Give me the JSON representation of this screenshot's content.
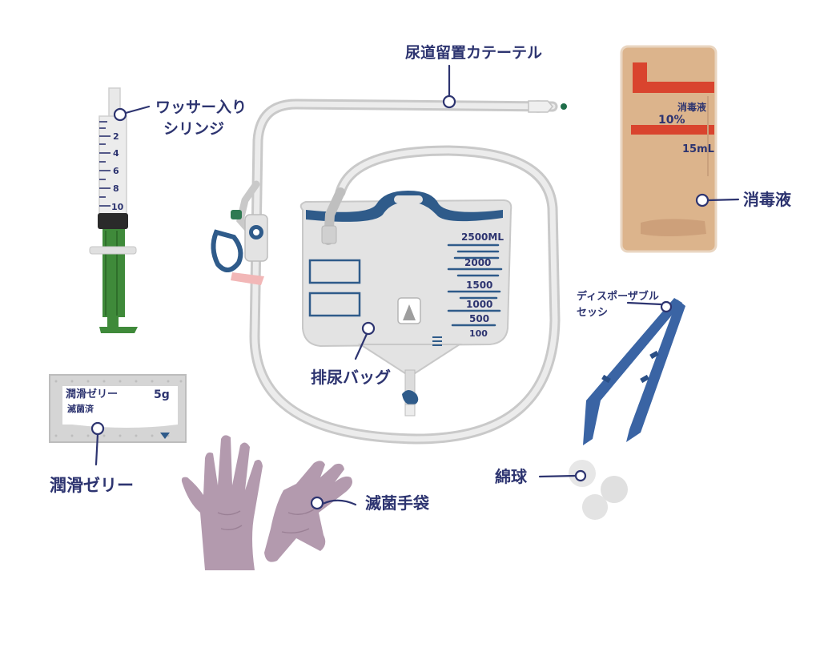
{
  "labels": {
    "catheter": "尿道留置カテーテル",
    "syringe_line1": "ワッサー入り",
    "syringe_line2": "シリンジ",
    "disinfectant": "消毒液",
    "tweezers_line1": "ディスポーザブル",
    "tweezers_line2": "セッシ",
    "cotton": "綿球",
    "bag": "排尿バッグ",
    "jelly": "潤滑ゼリー",
    "gloves": "滅菌手袋"
  },
  "disinfectant_pack": {
    "name": "消毒液",
    "concentration": "10%",
    "volume": "15mL"
  },
  "jelly_pack": {
    "name": "潤滑ゼリー",
    "weight": "5g",
    "note": "滅菌済"
  },
  "syringe_scale": [
    "2",
    "4",
    "6",
    "8",
    "10"
  ],
  "bag_scale": [
    "2500ML",
    "2000",
    "1500",
    "1000",
    "500",
    "100"
  ],
  "colors": {
    "ink": "#2d3470",
    "bag_blue": "#2f5b8a",
    "syringe_green": "#3f8a3a",
    "pack_tan": "#dcb48c",
    "pack_red": "#d9442e",
    "glove_purple": "#b39aae",
    "tube_gray": "#d8d8d8",
    "tweezer_blue": "#3a64a4"
  }
}
